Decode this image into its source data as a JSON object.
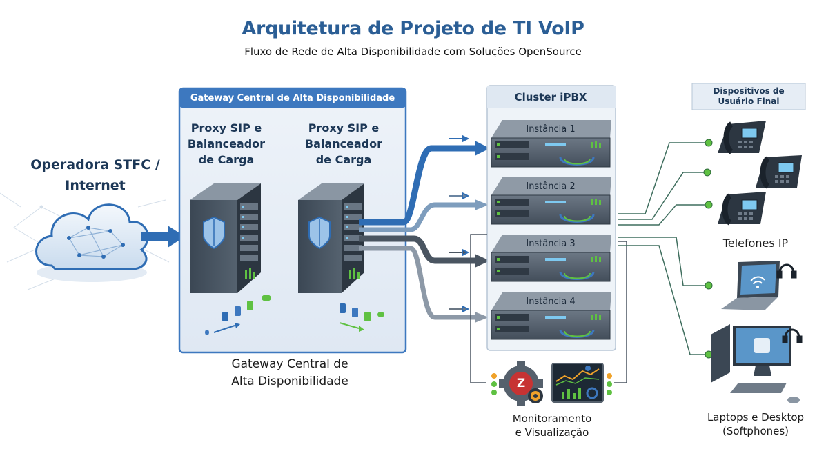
{
  "header": {
    "title": "Arquitetura de Projeto de TI VoIP",
    "subtitle": "Fluxo de Rede de Alta Disponibilidade com Soluções OpenSource"
  },
  "operator": {
    "line1": "Operadora STFC /",
    "line2": "Internet"
  },
  "gateway": {
    "header": "Gateway Central de Alta Disponibilidade",
    "proxies": [
      {
        "line1": "Proxy SIP e",
        "line2": "Balanceador",
        "line3": "de Carga"
      },
      {
        "line1": "Proxy SIP e",
        "line2": "Balanceador",
        "line3": "de Carga"
      }
    ],
    "caption_line1": "Gateway Central de",
    "caption_line2": "Alta Disponibilidade"
  },
  "cluster": {
    "label": "Cluster iPBX",
    "instances": [
      "Instância 1",
      "Instância 2",
      "Instância 3",
      "Instância 4"
    ]
  },
  "monitoring": {
    "line1": "Monitoramento",
    "line2": "e Visualização",
    "icon_letter": "Z"
  },
  "devices": {
    "header_line1": "Dispositivos de",
    "header_line2": "Usuário Final",
    "phones_label": "Telefones IP",
    "computers_line1": "Laptops e Desktop",
    "computers_line2": "(Softphones)"
  },
  "colors": {
    "title": "#2b5e95",
    "primary_blue": "#2f6db4",
    "gateway_header": "#3d78bf",
    "gateway_panel": "#e8eef6",
    "dark_gray": "#4a5561",
    "server_dark": "#3f4a56",
    "status_green": "#5fc142",
    "status_orange": "#f0a22a"
  }
}
